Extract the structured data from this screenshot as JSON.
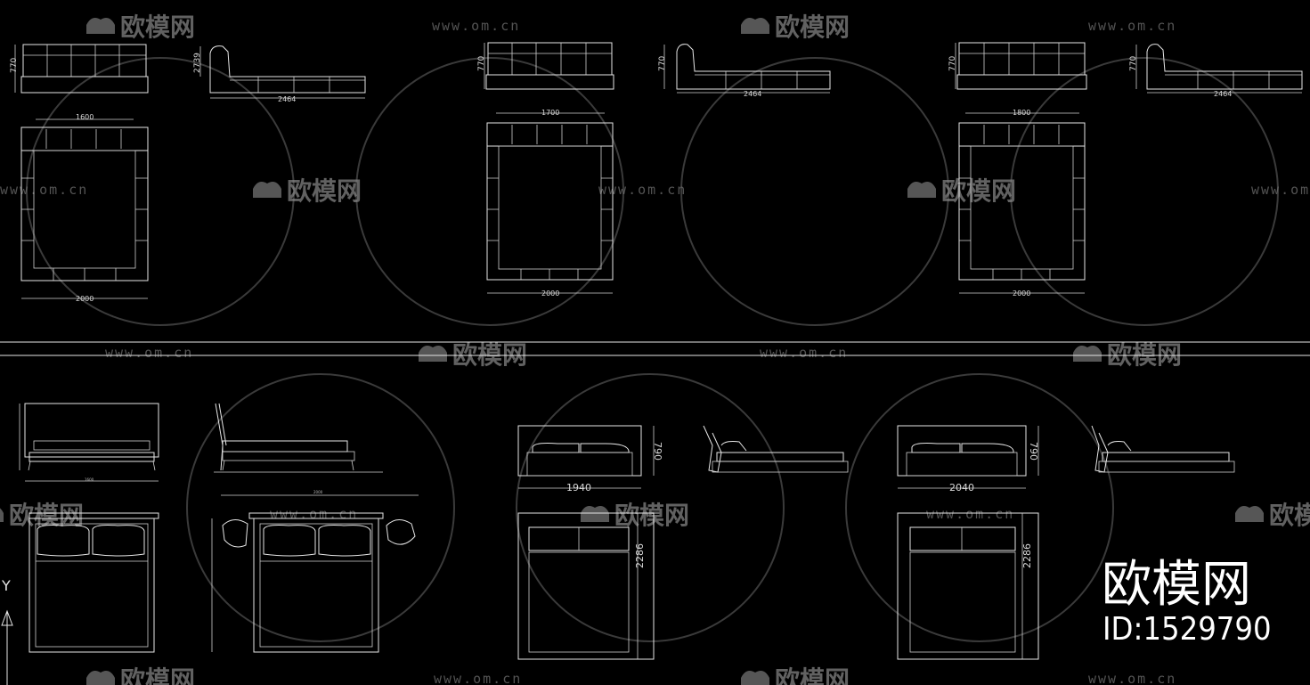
{
  "watermark": {
    "url": "www.om.cn",
    "brand": "欧模网"
  },
  "brand_block": {
    "name": "欧模网",
    "id_label": "ID:1529790"
  },
  "top_set": {
    "height_dim": "770",
    "length_dim": "2464",
    "extra_height_dim": "2739",
    "length_bottom": "2000",
    "widths": [
      "1600",
      "1700",
      "1800"
    ]
  },
  "bottom_set": {
    "left_small_labels": [
      "1600",
      "2000"
    ],
    "height_dim": "790",
    "bed_widths": [
      "1940",
      "2040"
    ],
    "bed_length": "2286"
  },
  "axis": {
    "y_label": "Y"
  }
}
